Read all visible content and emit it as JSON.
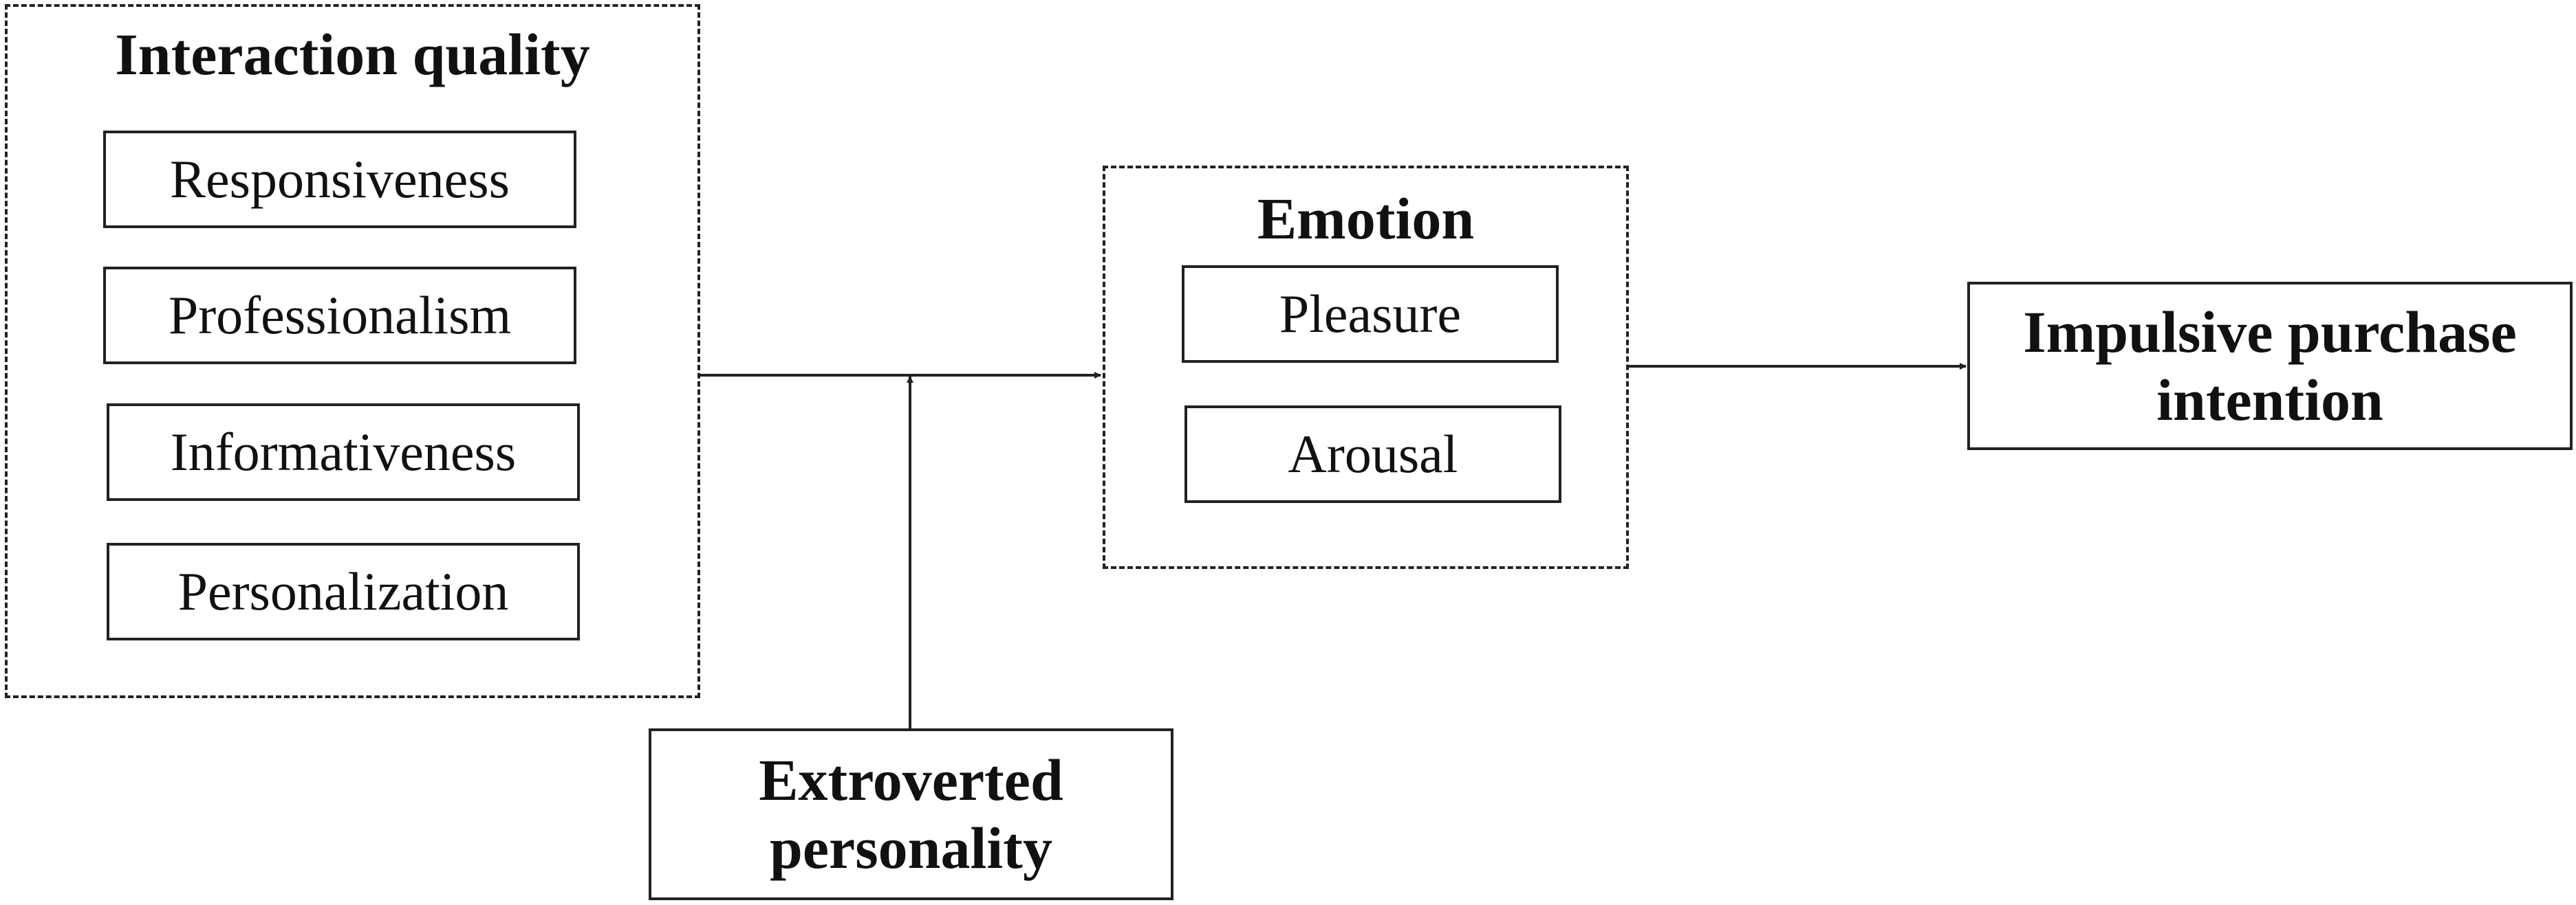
{
  "interaction_quality": {
    "title": "Interaction quality",
    "items": [
      "Responsiveness",
      "Professionalism",
      "Informativeness",
      "Personalization"
    ]
  },
  "emotion": {
    "title": "Emotion",
    "items": [
      "Pleasure",
      "Arousal"
    ]
  },
  "outcome": {
    "line1": "Impulsive purchase",
    "line2": "intention"
  },
  "moderator": {
    "line1": "Extroverted",
    "line2": "personality"
  },
  "colors": {
    "stroke": "#222222",
    "text": "#111111",
    "background": "#ffffff"
  }
}
